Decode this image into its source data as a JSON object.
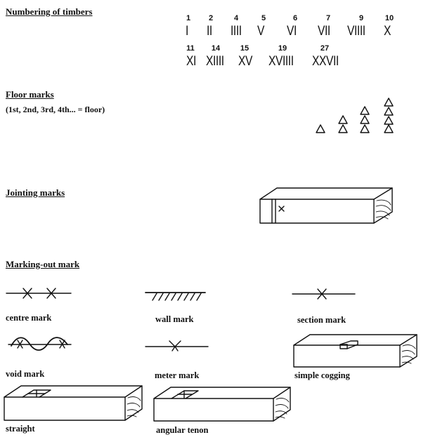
{
  "sections": {
    "numbering": "Numbering of timbers",
    "floor": "Floor marks",
    "floor_note": "(1st, 2nd, 3rd, 4th... = floor)",
    "jointing": "Jointing marks",
    "marking": "Marking-out mark"
  },
  "numerals": [
    {
      "number": "1",
      "roman": "I"
    },
    {
      "number": "2",
      "roman": "II"
    },
    {
      "number": "4",
      "roman": "IIII"
    },
    {
      "number": "5",
      "roman": "V"
    },
    {
      "number": "6",
      "roman": "VI"
    },
    {
      "number": "7",
      "roman": "VII"
    },
    {
      "number": "9",
      "roman": "VIIII"
    },
    {
      "number": "10",
      "roman": "X"
    },
    {
      "number": "11",
      "roman": "XI"
    },
    {
      "number": "14",
      "roman": "XIIII"
    },
    {
      "number": "15",
      "roman": "XV"
    },
    {
      "number": "19",
      "roman": "XVIIII"
    },
    {
      "number": "27",
      "roman": "XXVII"
    }
  ],
  "floor_marks": [
    1,
    2,
    3,
    4
  ],
  "captions": {
    "centre": "centre mark",
    "wall": "wall mark",
    "section": "section mark",
    "void": "void mark",
    "meter": "meter mark",
    "cogging": "simple cogging",
    "straight": "straight",
    "angular": "angular tenon"
  },
  "icons": {
    "triangle": "triangle-outline",
    "cross": "x-mark"
  }
}
